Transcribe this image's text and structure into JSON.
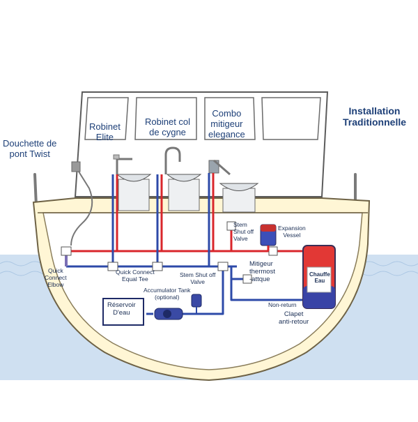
{
  "title": {
    "line1": "Installation",
    "line2": "Traditionnelle"
  },
  "labels": {
    "douchette": {
      "line1": "Douchette de",
      "line2": "pont Twist"
    },
    "robinet_elite": {
      "line1": "Robinet",
      "line2": "Elite"
    },
    "robinet_col": {
      "line1": "Robinet col",
      "line2": "de cygne"
    },
    "combo": {
      "line1": "Combo",
      "line2": "mitigeur",
      "line3": "elegance"
    },
    "stem_top": {
      "line1": "Stem",
      "line2": "Shut off",
      "line3": "Valve"
    },
    "expansion": {
      "line1": "Expansion",
      "line2": "Vessel"
    },
    "chauffe": {
      "line1": "Chauffe",
      "line2": "Eau"
    },
    "mitigeur": {
      "line1": "Mitigeur",
      "line2": "thermost",
      "line3": "-attque"
    },
    "quick_elbow": {
      "line1": "Quick",
      "line2": "Connect",
      "line3": "Elbow"
    },
    "quick_tee": {
      "line1": "Quick Connect",
      "line2": "Equal Tee"
    },
    "stem_mid": {
      "line1": "Stem Shut off",
      "line2": "Valve"
    },
    "accumulator": {
      "line1": "Accumulator Tank",
      "line2": "(optional)"
    },
    "reservoir": {
      "line1": "Réservoir",
      "line2": "D'eau"
    },
    "non_return": "Non-return",
    "clapet": {
      "line1": "Clapet",
      "line2": "anti-retour"
    }
  },
  "colors": {
    "hot": "#d9262b",
    "cold": "#2d4aa8",
    "hull_fill": "#fff7d6",
    "hull_stroke": "#7a6a3c",
    "water": "#c9dcef",
    "label": "#1d3f77"
  }
}
